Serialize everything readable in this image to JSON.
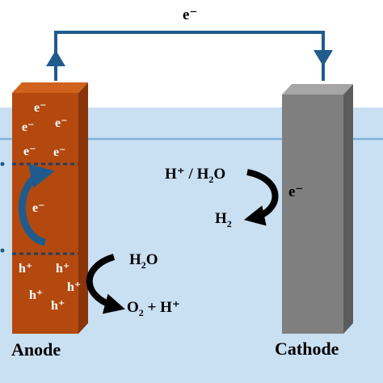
{
  "circuit": {
    "electron_label": "e⁻"
  },
  "anode": {
    "label": "Anode",
    "electrons_top": [
      "e⁻",
      "e⁻",
      "e⁻"
    ],
    "electrons_band": [
      "e⁻",
      "e⁻"
    ],
    "excited_electron": "e⁻",
    "holes": [
      "h⁺",
      "h⁺",
      "h⁺",
      "h⁺",
      "h⁺"
    ],
    "oxidation": {
      "reactant": {
        "main": "H",
        "sub": "2",
        "rest": "O"
      },
      "product": {
        "main": "O",
        "sub": "2",
        "rest": " + H⁺"
      }
    },
    "colors": {
      "front": "#b3490f",
      "side": "#8a340a",
      "top": "#d0621d"
    }
  },
  "cathode": {
    "label": "Cathode",
    "reduction": {
      "reactant": {
        "prefix": "H⁺ / H",
        "sub": "2",
        "rest": "O"
      },
      "electron": "e⁻",
      "product": {
        "main": "H",
        "sub": "2"
      }
    },
    "colors": {
      "front": "#7f7f7f",
      "side": "#5c5c5c",
      "top": "#a6a6a6"
    }
  },
  "colors": {
    "electrolyte": "#c9dff2",
    "surface_line": "#7fb1dc",
    "wire": "#1f5b8c",
    "band_arrow": "#1f5b8c",
    "reaction_arrow": "#000000"
  }
}
